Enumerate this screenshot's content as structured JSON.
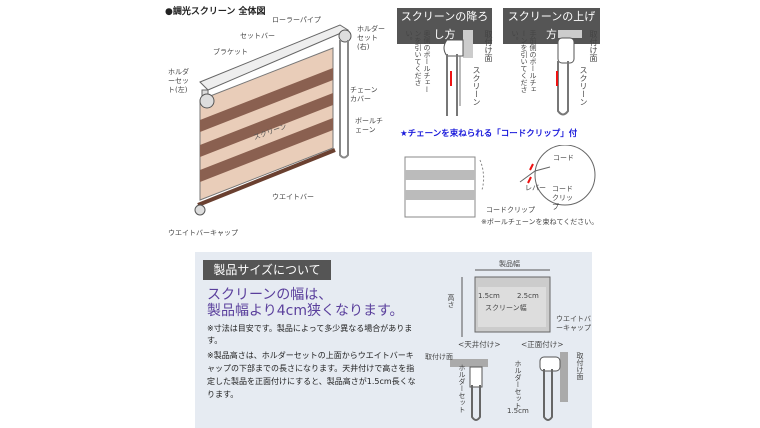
{
  "overview": {
    "title": "●調光スクリーン 全体図",
    "labels": {
      "roller_pipe": "ローラーパイプ",
      "set_bar": "セットバー",
      "bracket": "ブラケット",
      "holder_right": "ホルダーセット(右)",
      "holder_left": "ホルダーセット(左)",
      "chain_cover": "チェーンカバー",
      "ball_chain": "ボールチェーン",
      "screen": "スクリーン",
      "weight_bar": "ウエイトバー",
      "weight_cap": "ウエイトバーキャップ"
    }
  },
  "lower": {
    "header": "スクリーンの降ろし方",
    "instruction": "奥側のボールチェーンを引いてください。",
    "mount": "取付け面",
    "screen": "スクリーン"
  },
  "raise": {
    "header": "スクリーンの上げ方",
    "instruction": "手前側のボールチェーンを引いてください。",
    "mount": "取付け面",
    "screen": "スクリーン"
  },
  "clip": {
    "title": "★チェーンを束ねられる「コードクリップ」付",
    "cord": "コード",
    "lever": "レバー",
    "cord_clip_detail": "コードクリップ",
    "cord_clip": "コードクリップ",
    "note": "※ボールチェーンを束ねてください。"
  },
  "size": {
    "header": "製品サイズについて",
    "headline_1": "スクリーンの幅は、",
    "headline_2": "製品幅より4cm狭くなります。",
    "note_1": "※寸法は目安です。製品によって多少異なる場合があります。",
    "note_2": "※製品高さは、ホルダーセットの上面からウエイトバーキャップの下部までの長さになります。天井付けで高さを指定した製品を正面付けにすると、製品高さが1.5cm長くなります。",
    "diagram": {
      "product_width": "製品幅",
      "height": "高さ",
      "left_gap": "1.5cm",
      "right_gap": "2.5cm",
      "screen_width": "スクリーン幅",
      "weight_cap": "ウエイトバーキャップ",
      "ceiling": "<天井付け>",
      "front": "<正面付け>",
      "mount_1": "取付け面",
      "mount_2": "取付け面",
      "holder_1": "ホルダーセット",
      "holder_2": "ホルダーセット",
      "offset": "1.5cm"
    }
  },
  "colors": {
    "accent_blue": "#1a1adb",
    "headline": "#5a3f9c",
    "band_dark": "#8a6050",
    "band_light": "#e9cdb9",
    "header_bg": "#555555",
    "panel_bg": "#e6ebf2"
  }
}
